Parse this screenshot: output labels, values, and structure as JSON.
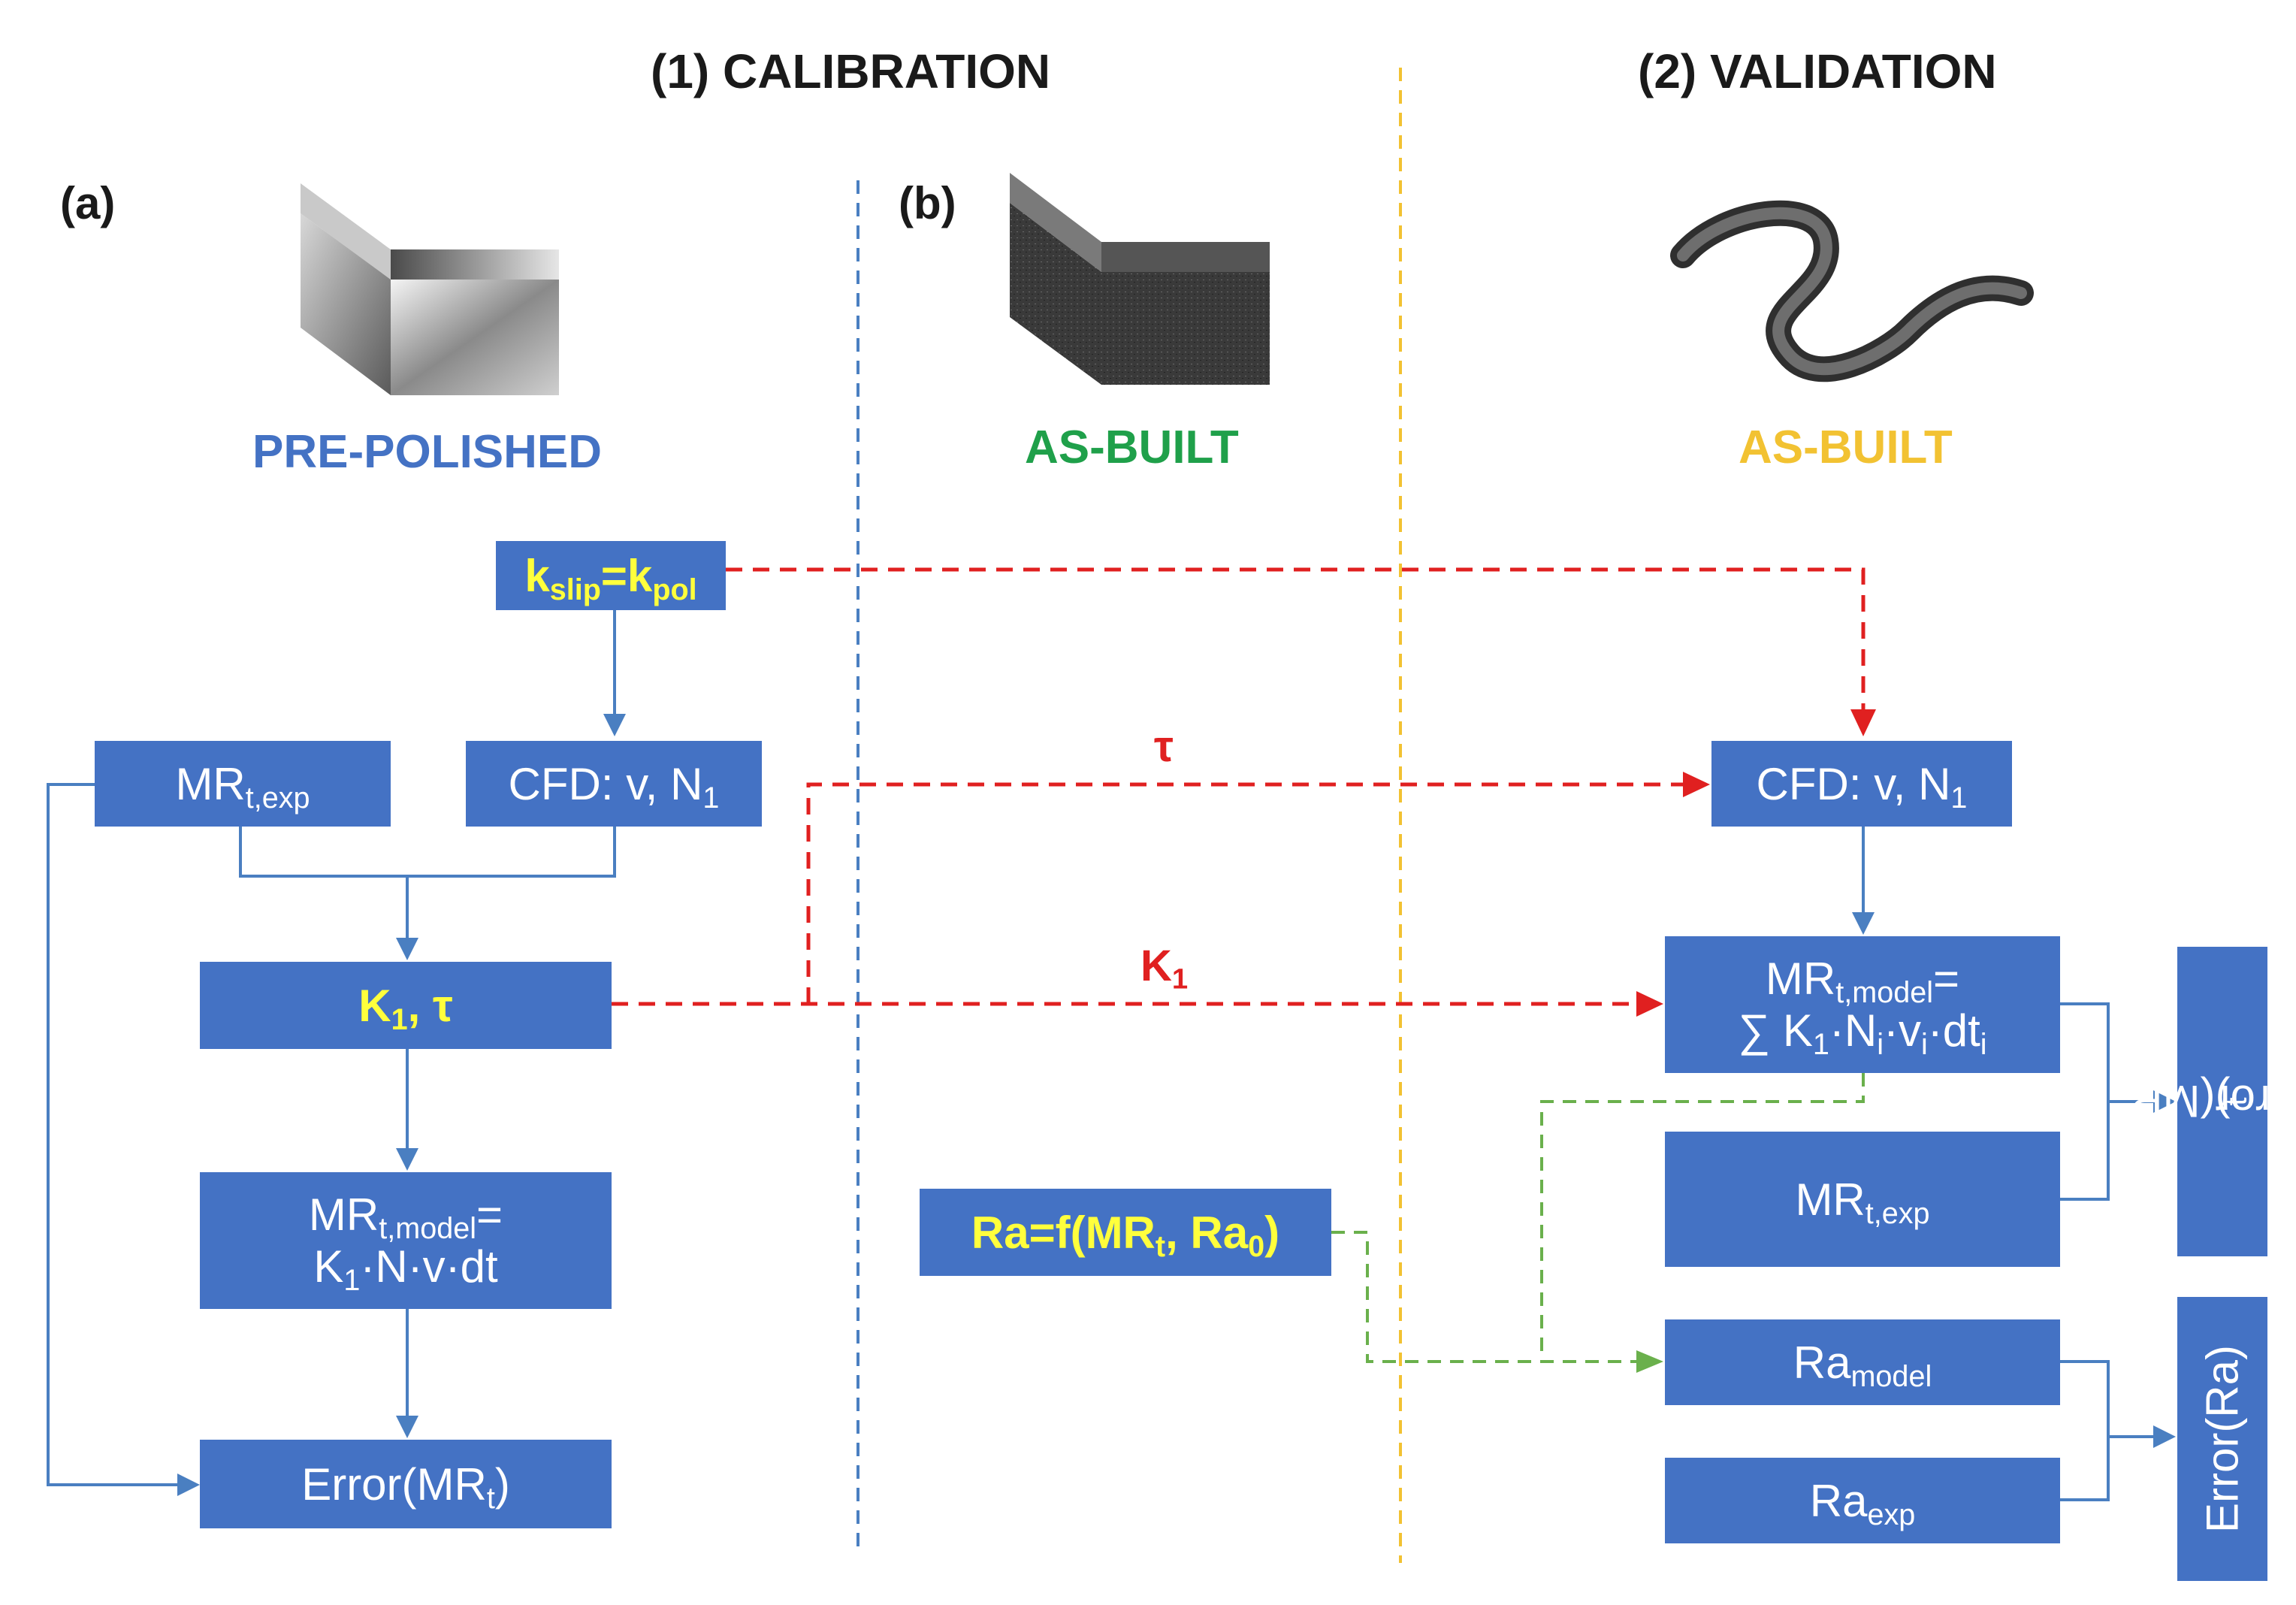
{
  "headers": {
    "calibration": "(1) CALIBRATION",
    "validation": "(2) VALIDATION"
  },
  "panel_labels": {
    "a": "(a)",
    "b": "(b)"
  },
  "surfaces": {
    "pre_polished": {
      "text": "PRE-POLISHED",
      "color": "#4472c4"
    },
    "as_built_calib": {
      "text": "AS-BUILT",
      "color": "#1fa04a"
    },
    "as_built_valid": {
      "text": "AS-BUILT",
      "color": "#f2c232"
    }
  },
  "boxes": {
    "kslip": {
      "k": "k",
      "slip": "slip",
      "eq_k": "=k",
      "pol": "pol"
    },
    "mrt_exp_left": {
      "base": "MR",
      "sub": "t,exp"
    },
    "cfd_left": {
      "text": "CFD: v, N",
      "sub": "1"
    },
    "k1_tau": {
      "k": "K",
      "sub": "1",
      "rest": ", τ"
    },
    "mrt_model_left": {
      "line1_base": "MR",
      "line1_sub": "t,model",
      "line1_eq": "=",
      "line2_k": "K",
      "line2_sub": "1",
      "line2_rest": "·N·v·dt"
    },
    "error_left": {
      "base": "Error(MR",
      "sub": "t",
      "close": ")"
    },
    "ra_f": {
      "pre": "Ra=f(MR",
      "sub1": "t",
      "mid": ", Ra",
      "sub2": "0",
      "close": ")"
    },
    "cfd_right": {
      "text": "CFD: v, N",
      "sub": "1"
    },
    "mrt_model_right": {
      "line1_base": "MR",
      "line1_sub": "t,model",
      "line1_eq": "=",
      "l2_sum": "∑ K",
      "l2_s1": "1",
      "l2_n": "·N",
      "l2_s2": "i",
      "l2_v": "·v",
      "l2_s3": "i",
      "l2_dt": "·dt",
      "l2_s4": "i"
    },
    "mrt_exp_right": {
      "base": "MR",
      "sub": "t,exp"
    },
    "ra_model": {
      "base": "Ra",
      "sub": "model"
    },
    "ra_exp": {
      "base": "Ra",
      "sub": "exp"
    },
    "error_mrt_right": {
      "base": "Error(MR",
      "sub": "t",
      "close": ")"
    },
    "error_ra": {
      "text": "Error(Ra)"
    }
  },
  "arrow_labels": {
    "tau": "τ",
    "k1_base": "K",
    "k1_sub": "1"
  },
  "colors": {
    "box": "#4472c4",
    "box_highlight_text": "#ffff3c",
    "red_dashed": "#e02020",
    "green_dashed": "#6ab04c",
    "blue_divider": "#4a7fc1",
    "yellow_divider": "#f2c232"
  },
  "icons": {
    "pre_polished_part": "polished-bent-plate-icon",
    "as_built_part": "rough-bent-plate-icon",
    "validation_part": "s-shaped-channel-icon"
  }
}
